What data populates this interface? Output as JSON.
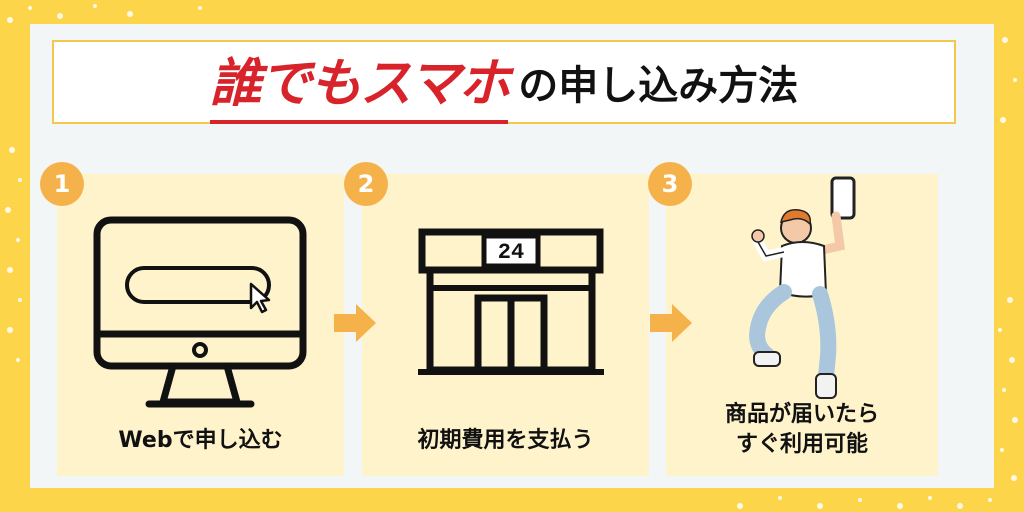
{
  "title": {
    "brand": "誰でもスマホ",
    "rest": "の申し込み方法"
  },
  "steps": [
    {
      "number": "1",
      "label": "Webで申し込む",
      "icon": "computer-monitor-icon"
    },
    {
      "number": "2",
      "label": "初期費用を支払う",
      "icon": "convenience-store-icon",
      "sign": "24"
    },
    {
      "number": "3",
      "label_lines": [
        "商品が届いたら",
        "すぐ利用可能"
      ],
      "icon": "jumping-person-illustration"
    }
  ],
  "colors": {
    "background": "#fdd54a",
    "panel": "#f3f6f7",
    "card": "#fff3cc",
    "badge": "#f6b24a",
    "arrow": "#f6b24a",
    "brand": "#d8232a"
  }
}
